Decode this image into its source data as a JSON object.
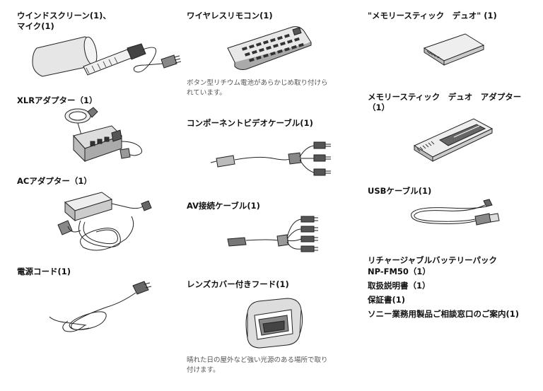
{
  "items": {
    "windscreen_mic": {
      "line1": "ウインドスクリーン(1)、",
      "line2": "マイク(1)"
    },
    "xlr_adaptor": {
      "label": "XLRアダプター（1）"
    },
    "ac_adaptor": {
      "label": "ACアダプター（1）"
    },
    "power_cord": {
      "label": "電源コード(1)"
    },
    "wireless_remote": {
      "label": "ワイヤレスリモコン(1)",
      "note1": "ボタン型リチウム電池があらかじめ取り付けら",
      "note2": "れています。"
    },
    "component_cable": {
      "label": "コンポーネントビデオケーブル(1)"
    },
    "av_cable": {
      "label": "AV接続ケーブル(1)"
    },
    "lens_hood": {
      "label": "レンズカバー付きフード(1)",
      "note1": "晴れた日の屋外など強い光源のある場所で取り",
      "note2": "付けます。"
    },
    "memory_stick_duo": {
      "label": "\"メモリースティック　デュオ\" (1)"
    },
    "ms_duo_adaptor": {
      "line1": "メモリースティック　デュオ　アダプター",
      "line2": "（1）"
    },
    "usb_cable": {
      "label": "USBケーブル(1)"
    },
    "battery": {
      "line1": "リチャージャブルバッテリーパック",
      "line2": "NP-FM50（1）"
    },
    "manual": {
      "label": "取扱説明書（1）"
    },
    "warranty": {
      "label": "保証書(1)"
    },
    "consultation": {
      "label": "ソニー業務用製品ご相談窓口のご案内(1)"
    }
  }
}
